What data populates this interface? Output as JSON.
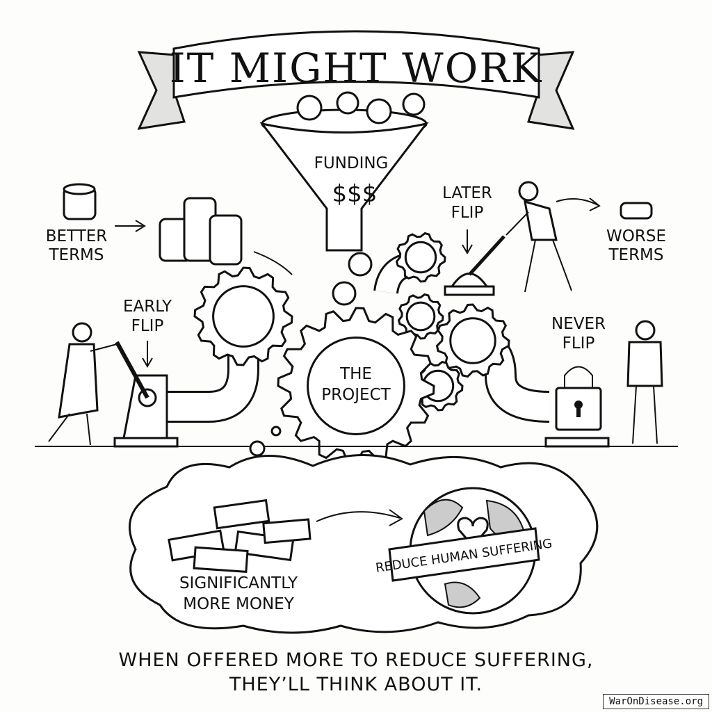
{
  "title": "IT MIGHT WORK",
  "funnel": {
    "label": "FUNDING",
    "symbols": "$$$"
  },
  "labels": {
    "better_terms": [
      "BETTER",
      "TERMS"
    ],
    "worse_terms": [
      "WORSE",
      "TERMS"
    ],
    "later_flip": [
      "LATER",
      "FLIP"
    ],
    "early_flip": [
      "EARLY",
      "FLIP"
    ],
    "never_flip": [
      "NEVER",
      "FLIP"
    ],
    "project": [
      "THE",
      "PROJECT"
    ],
    "money": [
      "SIGNIFICANTLY",
      "MORE MONEY"
    ],
    "ribbon": "REDUCE HUMAN SUFFERING"
  },
  "caption": [
    "WHEN OFFERED MORE TO REDUCE SUFFERING,",
    "THEY’LL THINK ABOUT IT."
  ],
  "watermark": "WarOnDisease.org"
}
